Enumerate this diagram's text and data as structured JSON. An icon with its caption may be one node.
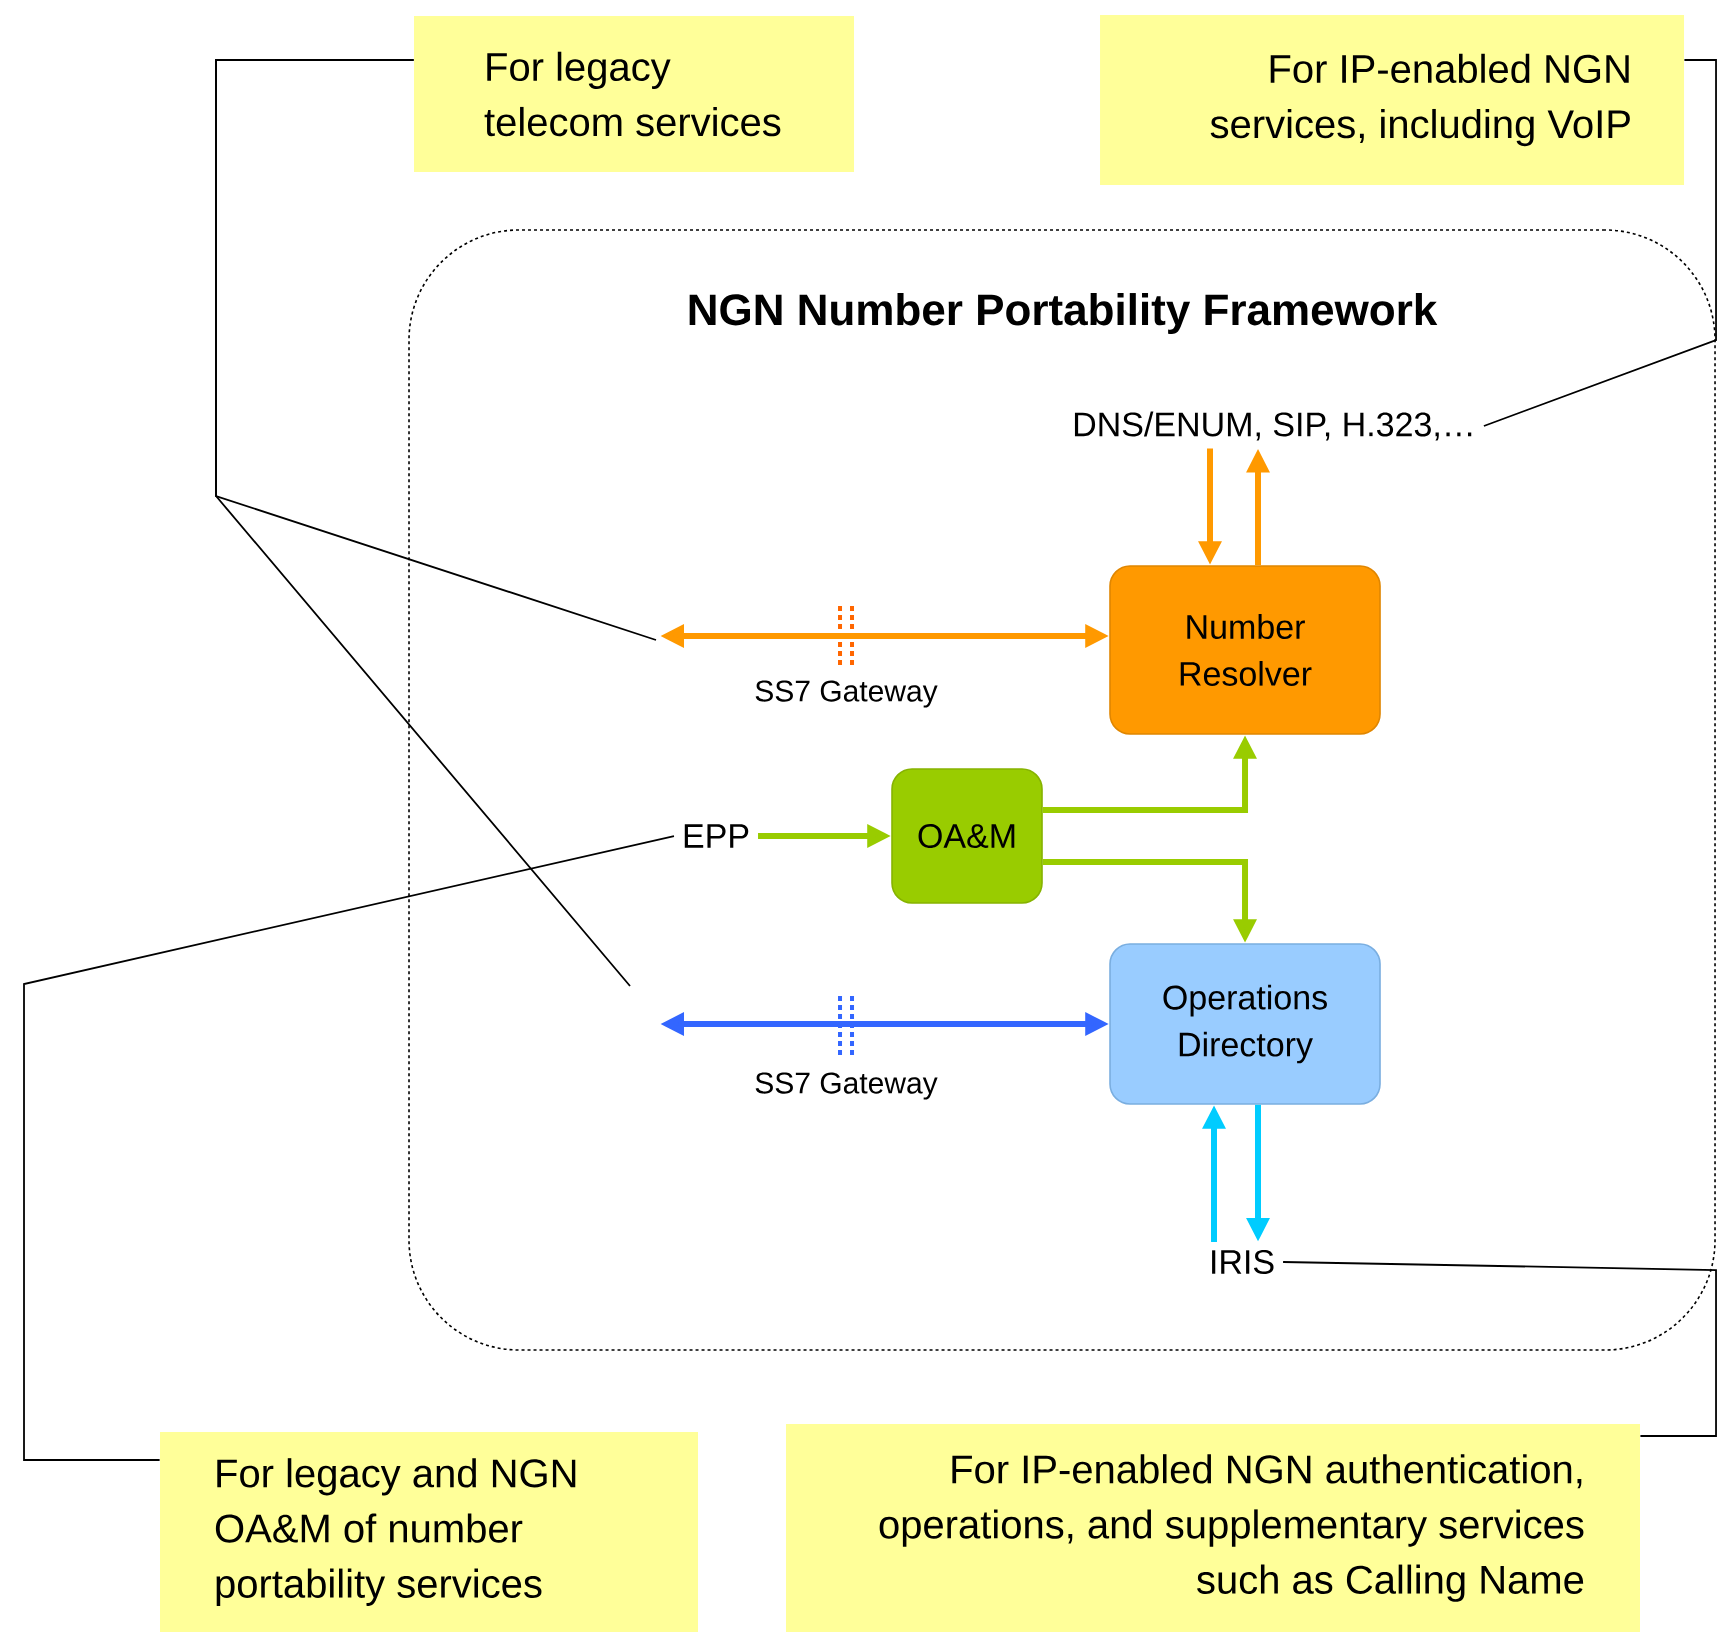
{
  "diagram": {
    "nodes": [
      {
        "text": [
          "NGN Number Portability Framework"
        ]
      },
      {
        "text": [
          "DNS/ENUM, SIP, H.323,…"
        ],
        "in": 0
      },
      {
        "text": [
          "Number Resolver"
        ],
        "in": 0
      },
      {
        "text": [
          "OA&M"
        ],
        "in": 0
      },
      {
        "text": [
          "Operations Directory"
        ],
        "in": 0
      },
      {
        "text": [
          "EPP"
        ],
        "in": 0
      },
      {
        "text": [
          "IRIS"
        ],
        "in": 0
      },
      {
        "text": [
          "For legacy telecom services"
        ]
      },
      {
        "text": [
          "For IP-enabled NGN services, including VoIP"
        ]
      },
      {
        "text": [
          "For legacy and NGN OA&M of number portability services"
        ]
      },
      {
        "text": [
          "For IP-enabled NGN authentication, operations, and supplementary services such as Calling Name"
        ]
      }
    ],
    "edges": [
      {
        "from": 1,
        "to": 2,
        "arrow": "to",
        "color": "#ff9900"
      },
      {
        "from": 2,
        "to": 1,
        "arrow": "to",
        "color": "#ff9900"
      },
      {
        "from": 5,
        "to": 3,
        "arrow": "to",
        "color": "#99cc00"
      },
      {
        "from": 3,
        "to": 2,
        "arrow": "to",
        "color": "#99cc00"
      },
      {
        "from": 3,
        "to": 4,
        "arrow": "to",
        "color": "#99cc00"
      },
      {
        "from": null,
        "to": 2,
        "arrow": "both",
        "label": "SS7 Gateway",
        "color": "#ff9900"
      },
      {
        "from": null,
        "to": 4,
        "arrow": "both",
        "label": "SS7 Gateway",
        "color": "#3366ff"
      },
      {
        "from": 4,
        "to": 6,
        "arrow": "to",
        "color": "#00ccff"
      },
      {
        "from": 6,
        "to": 4,
        "arrow": "to",
        "color": "#00ccff"
      },
      {
        "from": 7,
        "to": null,
        "arrow": "none"
      },
      {
        "from": 7,
        "to": null,
        "arrow": "none"
      },
      {
        "from": 8,
        "to": 1,
        "arrow": "none"
      },
      {
        "from": 9,
        "to": 5,
        "arrow": "none"
      },
      {
        "from": 10,
        "to": 6,
        "arrow": "none"
      }
    ]
  }
}
